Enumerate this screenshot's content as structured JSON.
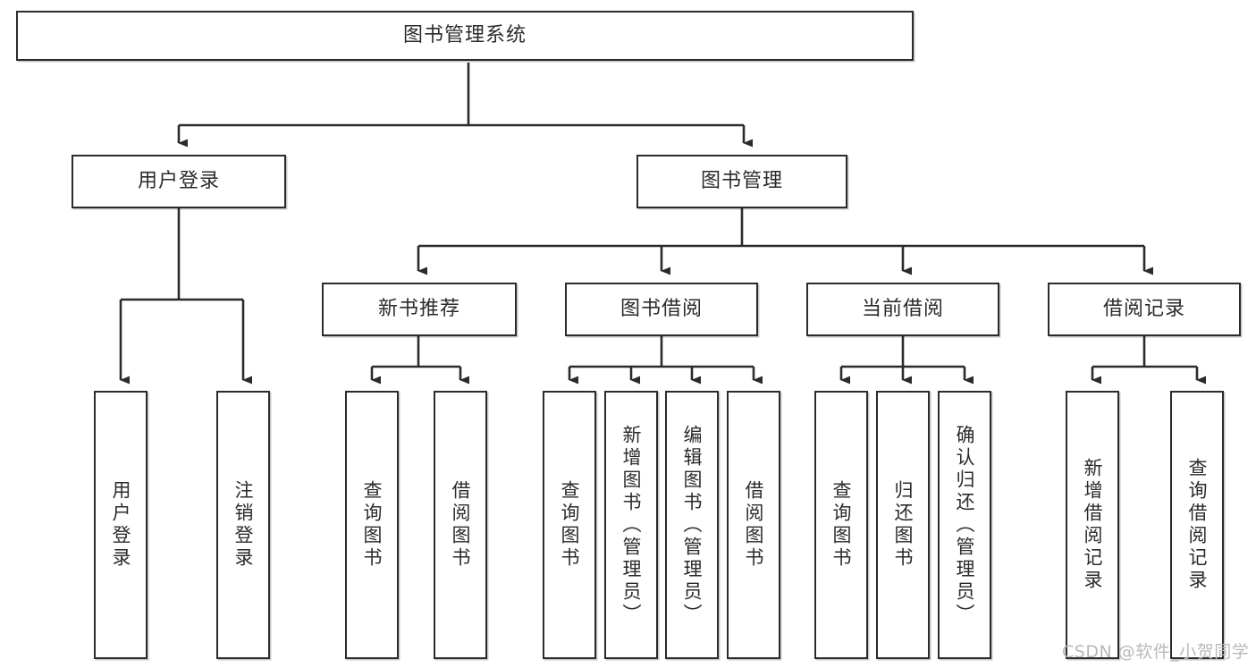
{
  "diagram": {
    "type": "tree-hierarchy-chart",
    "title": "图书管理系统",
    "watermark": "CSDN @软件_小贺同学",
    "colors": {
      "stroke": "#2b2b2b",
      "fill": "#ffffff",
      "background": "#ffffff",
      "watermark": "#b9b9b9"
    },
    "nodes": {
      "root": {
        "label": "图书管理系统",
        "level": 0,
        "orientation": "horizontal"
      },
      "l1": [
        {
          "id": "user-login",
          "label": "用户登录",
          "level": 1,
          "orientation": "horizontal"
        },
        {
          "id": "book-manage",
          "label": "图书管理",
          "level": 1,
          "orientation": "horizontal"
        }
      ],
      "l2": [
        {
          "id": "new-book-recommend",
          "label": "新书推荐",
          "level": 2,
          "orientation": "horizontal",
          "parent": "book-manage"
        },
        {
          "id": "book-borrow",
          "label": "图书借阅",
          "level": 2,
          "orientation": "horizontal",
          "parent": "book-manage"
        },
        {
          "id": "current-borrow",
          "label": "当前借阅",
          "level": 2,
          "orientation": "horizontal",
          "parent": "book-manage"
        },
        {
          "id": "borrow-record",
          "label": "借阅记录",
          "level": 2,
          "orientation": "horizontal",
          "parent": "book-manage"
        }
      ],
      "leaves": [
        {
          "id": "leaf-user-login",
          "label": "用户登录",
          "parent": "user-login",
          "orientation": "vertical"
        },
        {
          "id": "leaf-logout-login",
          "label": "注销登录",
          "parent": "user-login",
          "orientation": "vertical"
        },
        {
          "id": "leaf-query-book-1",
          "label": "查询图书",
          "parent": "new-book-recommend",
          "orientation": "vertical"
        },
        {
          "id": "leaf-borrow-book-1",
          "label": "借阅图书",
          "parent": "new-book-recommend",
          "orientation": "vertical"
        },
        {
          "id": "leaf-query-book-2",
          "label": "查询图书",
          "parent": "book-borrow",
          "orientation": "vertical"
        },
        {
          "id": "leaf-add-book",
          "label": "新增图书（管理员）",
          "parent": "book-borrow",
          "orientation": "vertical"
        },
        {
          "id": "leaf-edit-book",
          "label": "编辑图书（管理员）",
          "parent": "book-borrow",
          "orientation": "vertical"
        },
        {
          "id": "leaf-borrow-book-2",
          "label": "借阅图书",
          "parent": "book-borrow",
          "orientation": "vertical"
        },
        {
          "id": "leaf-query-book-3",
          "label": "查询图书",
          "parent": "current-borrow",
          "orientation": "vertical"
        },
        {
          "id": "leaf-return-book",
          "label": "归还图书",
          "parent": "current-borrow",
          "orientation": "vertical"
        },
        {
          "id": "leaf-confirm-return",
          "label": "确认归还（管理员）",
          "parent": "current-borrow",
          "orientation": "vertical"
        },
        {
          "id": "leaf-add-record",
          "label": "新增借阅记录",
          "parent": "borrow-record",
          "orientation": "vertical"
        },
        {
          "id": "leaf-query-record",
          "label": "查询借阅记录",
          "parent": "borrow-record",
          "orientation": "vertical"
        }
      ]
    }
  }
}
